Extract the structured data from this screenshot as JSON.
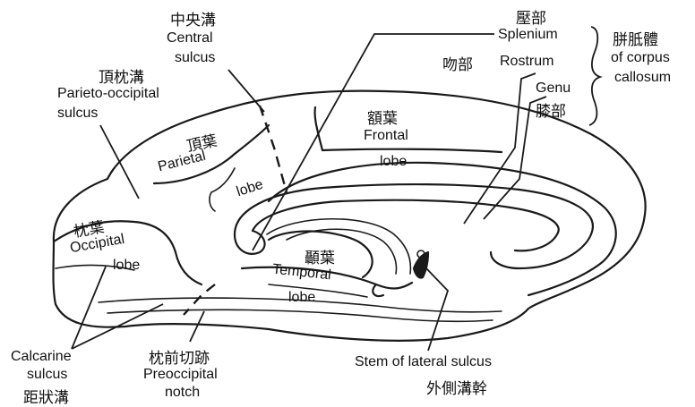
{
  "central": {
    "zh": "中央溝",
    "en1": "Central",
    "en2": "sulcus"
  },
  "parieto_occipital": {
    "zh": "頂枕溝",
    "en1": "Parieto-occipital",
    "en2": "sulcus"
  },
  "parietal": {
    "zh": "頂葉",
    "en1": "Parietal",
    "en2": "lobe"
  },
  "frontal": {
    "zh": "額葉",
    "en1": "Frontal",
    "en2": "lobe"
  },
  "occipital": {
    "zh": "枕葉",
    "en1": "Occipital",
    "en2": "lobe"
  },
  "temporal": {
    "zh": "顳葉",
    "en1": "Temporal",
    "en2": "lobe"
  },
  "splenium": {
    "zh": "壓部",
    "en": "Splenium"
  },
  "rostrum": {
    "zh": "吻部",
    "en": "Rostrum"
  },
  "genu": {
    "zh": "膝部",
    "en": "Genu"
  },
  "corpus_callosum": {
    "zh": "胼胝體",
    "en1": "of corpus",
    "en2": "callosum"
  },
  "calcarine": {
    "en1": "Calcarine",
    "en2": "sulcus",
    "zh": "距狀溝"
  },
  "preoccipital": {
    "zh": "枕前切跡",
    "en1": "Preoccipital",
    "en2": "notch"
  },
  "lateral_stem": {
    "en": "Stem of lateral sulcus",
    "zh": "外側溝幹"
  }
}
